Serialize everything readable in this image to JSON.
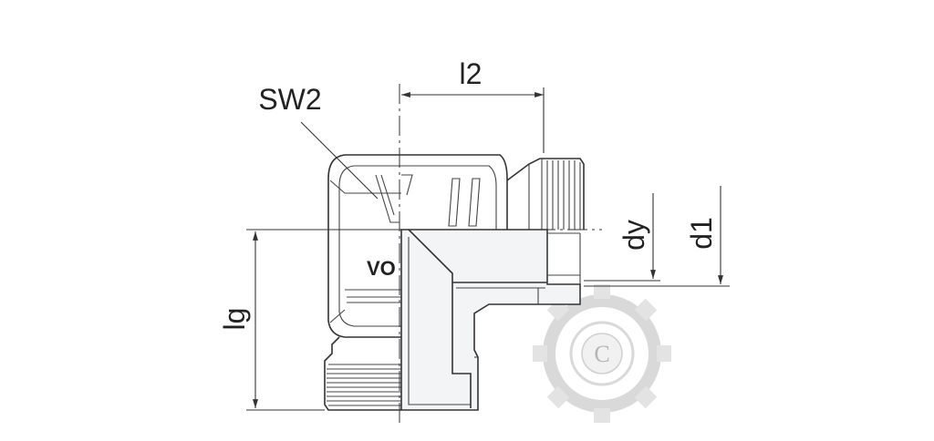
{
  "drawing": {
    "labels": {
      "wrench_size": "SW2",
      "length": "l2",
      "inner_diameter": "dy",
      "outer_diameter": "d1",
      "thread_length": "lg"
    },
    "embossed_text": "VO"
  },
  "watermark": {
    "letter": "C"
  },
  "colors": {
    "line": "#333333",
    "section_fill": "#f2f4f5",
    "body_shade": "#e9ecee",
    "watermark": "#d9d9d9"
  }
}
